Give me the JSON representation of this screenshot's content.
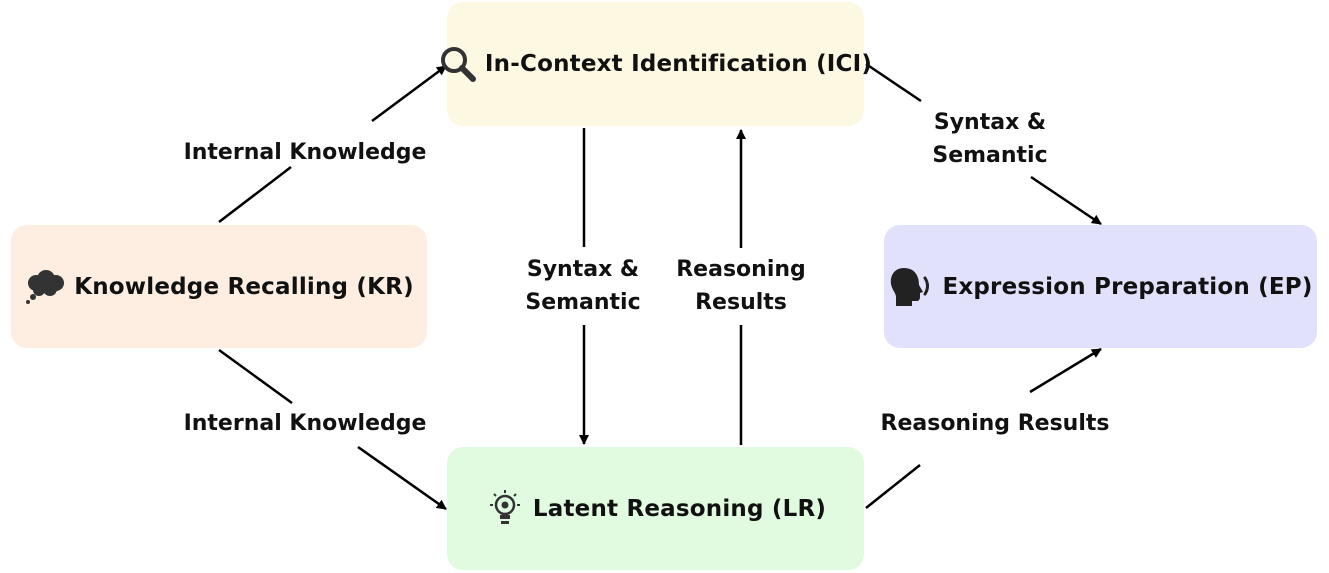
{
  "nodes": {
    "ici": {
      "label": "In-Context Identification (ICI)",
      "icon": "magnifier-icon",
      "color": "#fdf8e1"
    },
    "kr": {
      "label": "Knowledge Recalling (KR)",
      "icon": "thought-cloud-icon",
      "color": "#fdeee1"
    },
    "ep": {
      "label": "Expression Preparation (EP)",
      "icon": "speaking-head-icon",
      "color": "#e1e1fb"
    },
    "lr": {
      "label": "Latent Reasoning (LR)",
      "icon": "lightbulb-icon",
      "color": "#e1fbe1"
    }
  },
  "edges": {
    "kr_to_ici": {
      "label": "Internal Knowledge"
    },
    "kr_to_lr": {
      "label": "Internal Knowledge"
    },
    "ici_to_ep": {
      "line1": "Syntax &",
      "line2": "Semantic"
    },
    "ici_to_lr": {
      "line1": "Syntax &",
      "line2": "Semantic"
    },
    "lr_to_ici": {
      "line1": "Reasoning",
      "line2": "Results"
    },
    "lr_to_ep": {
      "label": "Reasoning Results"
    }
  }
}
